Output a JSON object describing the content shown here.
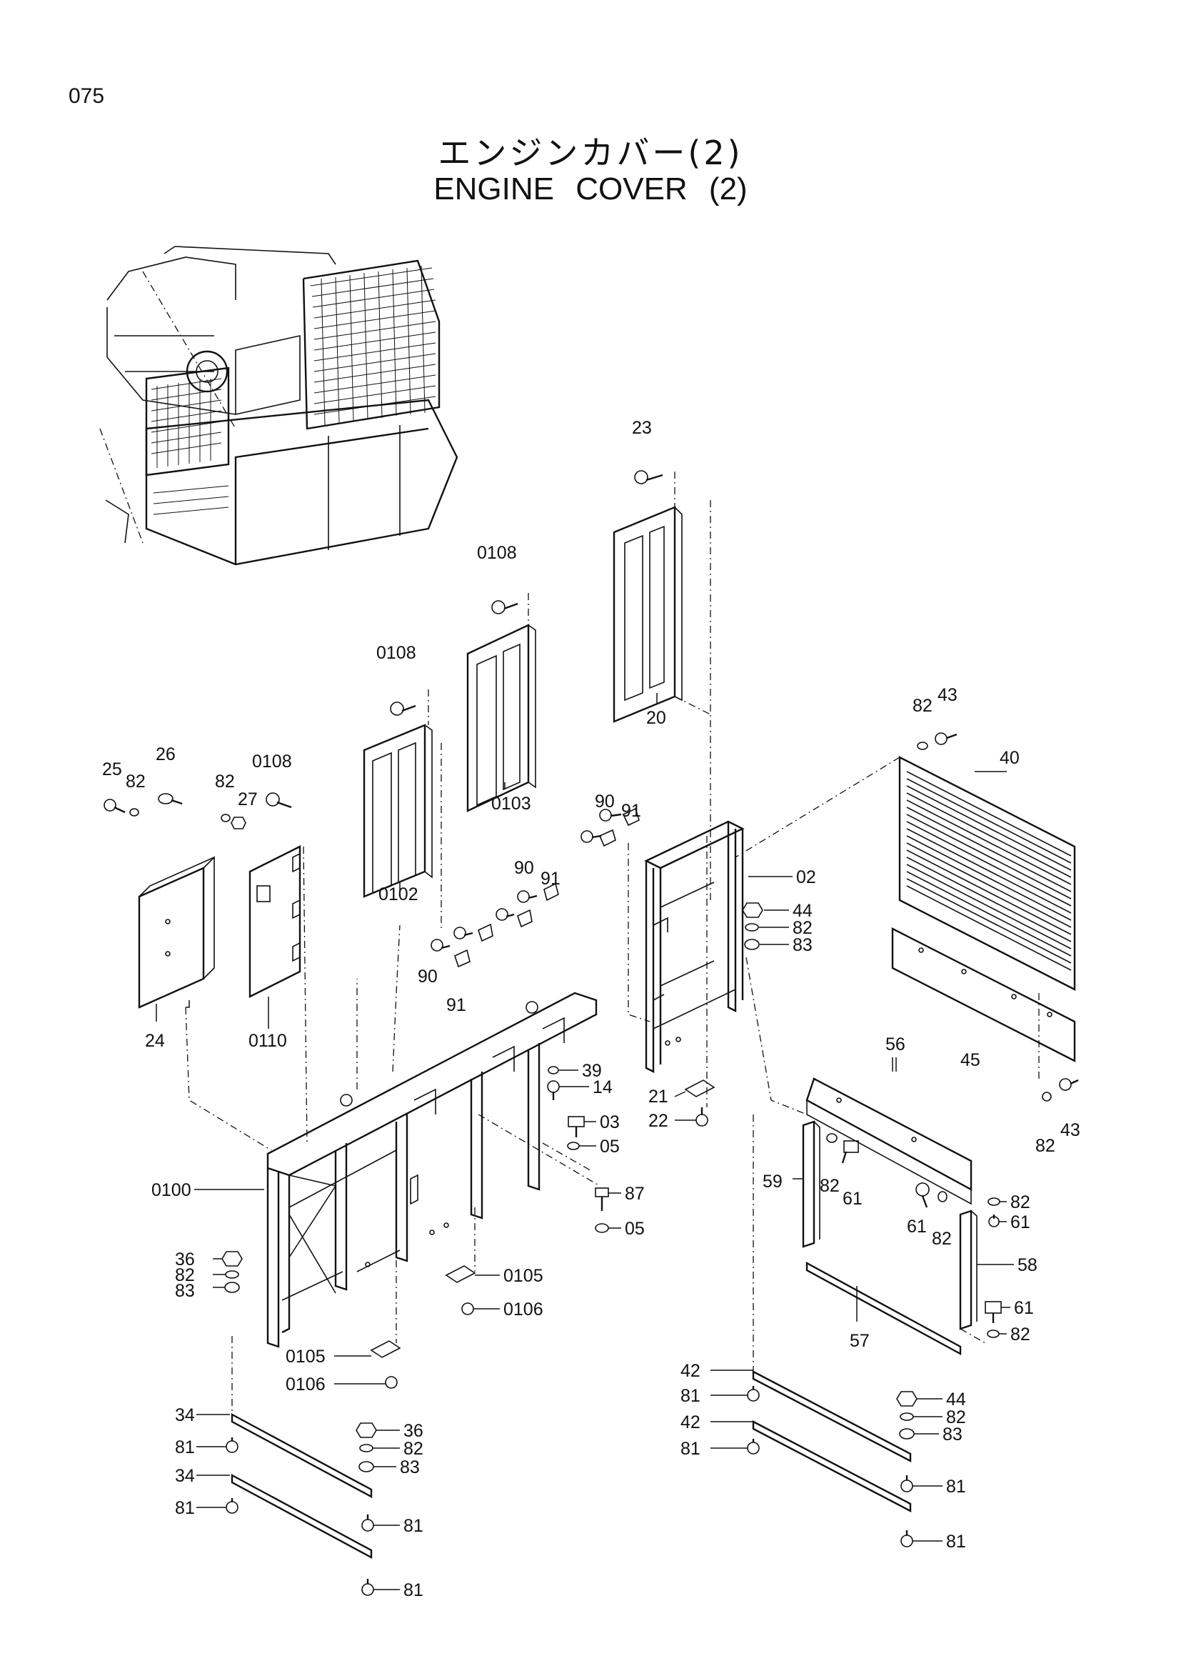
{
  "page": {
    "number": "075"
  },
  "title": {
    "jp": "エンジンカバー(2)",
    "en": "ENGINE COVER (2)"
  },
  "callouts": [
    {
      "id": "c23",
      "label": "23"
    },
    {
      "id": "c0108a",
      "label": "0108"
    },
    {
      "id": "c20",
      "label": "20"
    },
    {
      "id": "c0108b",
      "label": "0108"
    },
    {
      "id": "c0103",
      "label": "0103"
    },
    {
      "id": "c82a",
      "label": "82"
    },
    {
      "id": "c43a",
      "label": "43"
    },
    {
      "id": "c40",
      "label": "40"
    },
    {
      "id": "c25",
      "label": "25"
    },
    {
      "id": "c82b",
      "label": "82"
    },
    {
      "id": "c26",
      "label": "26"
    },
    {
      "id": "c82c",
      "label": "82"
    },
    {
      "id": "c27",
      "label": "27"
    },
    {
      "id": "c0108c",
      "label": "0108"
    },
    {
      "id": "c0102",
      "label": "0102"
    },
    {
      "id": "c90a",
      "label": "90"
    },
    {
      "id": "c91a",
      "label": "91"
    },
    {
      "id": "c90b",
      "label": "90"
    },
    {
      "id": "c91b",
      "label": "91"
    },
    {
      "id": "c02",
      "label": "02"
    },
    {
      "id": "c44a",
      "label": "44"
    },
    {
      "id": "c82d",
      "label": "82"
    },
    {
      "id": "c83a",
      "label": "83"
    },
    {
      "id": "c90c",
      "label": "90"
    },
    {
      "id": "c91c",
      "label": "91"
    },
    {
      "id": "c24",
      "label": "24"
    },
    {
      "id": "c0110",
      "label": "0110"
    },
    {
      "id": "c39",
      "label": "39"
    },
    {
      "id": "c14",
      "label": "14"
    },
    {
      "id": "c56",
      "label": "56"
    },
    {
      "id": "c45",
      "label": "45"
    },
    {
      "id": "c21",
      "label": "21"
    },
    {
      "id": "c22",
      "label": "22"
    },
    {
      "id": "c03",
      "label": "03"
    },
    {
      "id": "c05a",
      "label": "05"
    },
    {
      "id": "c82e",
      "label": "82"
    },
    {
      "id": "c43b",
      "label": "43"
    },
    {
      "id": "c59",
      "label": "59"
    },
    {
      "id": "c82f",
      "label": "82"
    },
    {
      "id": "c61a",
      "label": "61"
    },
    {
      "id": "c0100",
      "label": "0100"
    },
    {
      "id": "c87",
      "label": "87"
    },
    {
      "id": "c05b",
      "label": "05"
    },
    {
      "id": "c82g",
      "label": "82"
    },
    {
      "id": "c61b",
      "label": "61"
    },
    {
      "id": "c61c",
      "label": "61"
    },
    {
      "id": "c82h",
      "label": "82"
    },
    {
      "id": "c36a",
      "label": "36"
    },
    {
      "id": "c82i",
      "label": "82"
    },
    {
      "id": "c83b",
      "label": "83"
    },
    {
      "id": "c58",
      "label": "58"
    },
    {
      "id": "c0105a",
      "label": "0105"
    },
    {
      "id": "c0106a",
      "label": "0106"
    },
    {
      "id": "c61d",
      "label": "61"
    },
    {
      "id": "c82j",
      "label": "82"
    },
    {
      "id": "c57",
      "label": "57"
    },
    {
      "id": "c0105b",
      "label": "0105"
    },
    {
      "id": "c0106b",
      "label": "0106"
    },
    {
      "id": "c42a",
      "label": "42"
    },
    {
      "id": "c81a",
      "label": "81"
    },
    {
      "id": "c44b",
      "label": "44"
    },
    {
      "id": "c82k",
      "label": "82"
    },
    {
      "id": "c83c",
      "label": "83"
    },
    {
      "id": "c42b",
      "label": "42"
    },
    {
      "id": "c81b",
      "label": "81"
    },
    {
      "id": "c34a",
      "label": "34"
    },
    {
      "id": "c36b",
      "label": "36"
    },
    {
      "id": "c82l",
      "label": "82"
    },
    {
      "id": "c83d",
      "label": "83"
    },
    {
      "id": "c81c",
      "label": "81"
    },
    {
      "id": "c81d",
      "label": "81"
    },
    {
      "id": "c34b",
      "label": "34"
    },
    {
      "id": "c81e",
      "label": "81"
    },
    {
      "id": "c81f",
      "label": "81"
    },
    {
      "id": "c81g",
      "label": "81"
    },
    {
      "id": "c81h",
      "label": "81"
    }
  ]
}
